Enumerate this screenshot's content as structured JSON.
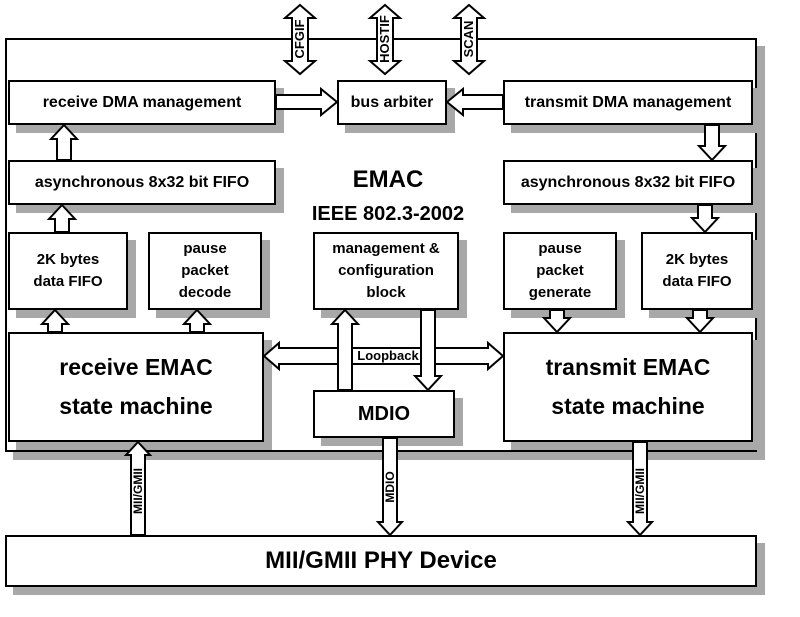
{
  "top_ports": [
    "CFGIF",
    "HOSTIF",
    "SCAN"
  ],
  "title": {
    "line1": "EMAC",
    "line2": "IEEE 802.3-2002"
  },
  "blocks": {
    "receive_dma": "receive DMA management",
    "bus_arbiter": "bus arbiter",
    "transmit_dma": "transmit DMA management",
    "rx_async_fifo": "asynchronous 8x32 bit FIFO",
    "tx_async_fifo": "asynchronous 8x32 bit FIFO",
    "rx_data_fifo": {
      "line1": "2K bytes",
      "line2": "data FIFO"
    },
    "pause_decode": {
      "line1": "pause",
      "line2": "packet",
      "line3": "decode"
    },
    "mgmt_config": {
      "line1": "management &",
      "line2": "configuration",
      "line3": "block"
    },
    "pause_generate": {
      "line1": "pause",
      "line2": "packet",
      "line3": "generate"
    },
    "tx_data_fifo": {
      "line1": "2K bytes",
      "line2": "data FIFO"
    },
    "rx_state_machine": {
      "line1": "receive EMAC",
      "line2": "state machine"
    },
    "mdio": "MDIO",
    "tx_state_machine": {
      "line1": "transmit EMAC",
      "line2": "state machine"
    },
    "phy": "MII/GMII PHY Device"
  },
  "connectors": {
    "loopback": "Loopback",
    "mii_left": "MII/GMII",
    "mdio_bus": "MDIO",
    "mii_right": "MII/GMII"
  },
  "colors": {
    "shadow": "#a8a8a8",
    "line": "#000000",
    "fill": "#ffffff"
  }
}
